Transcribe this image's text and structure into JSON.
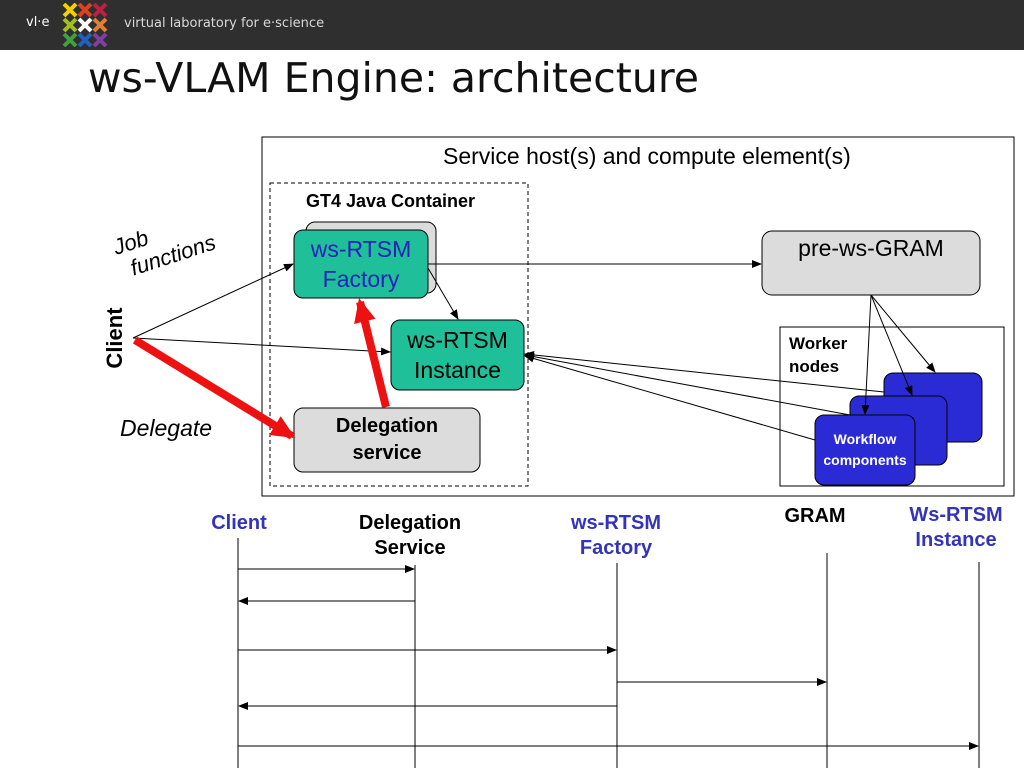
{
  "header": {
    "brand": "vl·e",
    "tagline": "virtual laboratory for e·science",
    "logo_colors": [
      "#f4d000",
      "#e04020",
      "#c02040",
      "#a0c020",
      "#ffffff",
      "#e08030",
      "#40a040",
      "#2060c0",
      "#8040a0"
    ]
  },
  "slide": {
    "title": "ws-VLAM Engine: architecture"
  },
  "architecture": {
    "host_box_label": "Service host(s) and compute element(s)",
    "container_label": "GT4 Java Container",
    "factory_label": [
      "ws-RTSM",
      "Factory"
    ],
    "instance_label": [
      "ws-RTSM",
      "Instance"
    ],
    "delegation_label": [
      "Delegation",
      "service"
    ],
    "gram_label": "pre-ws-GRAM",
    "worker_label": [
      "Worker",
      "nodes"
    ],
    "workflow_label": [
      "Workflow",
      "components"
    ],
    "client_label": "Client",
    "job_functions_label": [
      "Job",
      "functions"
    ],
    "delegate_label": "Delegate",
    "colors": {
      "teal": "#1fbf9a",
      "blue": "#2b2bd6",
      "red": "#ee1111",
      "gray": "#dcdcdc",
      "blue_text": "#3333bb"
    }
  },
  "sequence": {
    "lifelines": [
      {
        "id": "client",
        "label": [
          "Client"
        ],
        "color": "blue"
      },
      {
        "id": "delegation",
        "label": [
          "Delegation",
          "Service"
        ],
        "color": "black"
      },
      {
        "id": "factory",
        "label": [
          "ws-RTSM",
          "Factory"
        ],
        "color": "blue"
      },
      {
        "id": "gram",
        "label": [
          "GRAM"
        ],
        "color": "black"
      },
      {
        "id": "instance",
        "label": [
          "Ws-RTSM",
          "Instance"
        ],
        "color": "blue"
      }
    ],
    "messages": [
      {
        "from": "client",
        "to": "delegation"
      },
      {
        "from": "delegation",
        "to": "client"
      },
      {
        "from": "client",
        "to": "factory"
      },
      {
        "from": "factory",
        "to": "gram"
      },
      {
        "from": "factory",
        "to": "client"
      },
      {
        "from": "client",
        "to": "instance"
      }
    ]
  }
}
